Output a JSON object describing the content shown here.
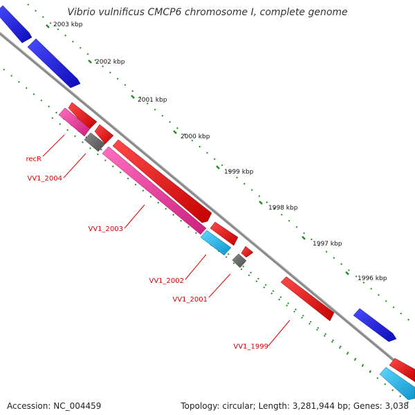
{
  "title": "Vibrio vulnificus CMCP6 chromosome I, complete genome",
  "footer": {
    "accession": "Accession: NC_004459",
    "topology": "Topology: circular; Length: 3,281,944 bp; Genes: 3,038"
  },
  "colors": {
    "backbone": "#8a8a8a",
    "forward_gene": "#1515e6",
    "reverse_gene": "#ee1111",
    "pink_gene": "#ee3b9b",
    "cyan_gene": "#22b7ee",
    "gray_gene": "#6b6b6b",
    "tick": "#1f8a1f",
    "label": "#dd0000"
  },
  "kbp_ticks": [
    "2003 kbp",
    "2002 kbp",
    "2001 kbp",
    "2000 kbp",
    "1999 kbp",
    "1998 kbp",
    "1997 kbp",
    "1996 kbp"
  ],
  "gene_labels": [
    "recR",
    "VV1_2004",
    "VV1_2003",
    "VV1_2002",
    "VV1_2001",
    "VV1_1999"
  ]
}
